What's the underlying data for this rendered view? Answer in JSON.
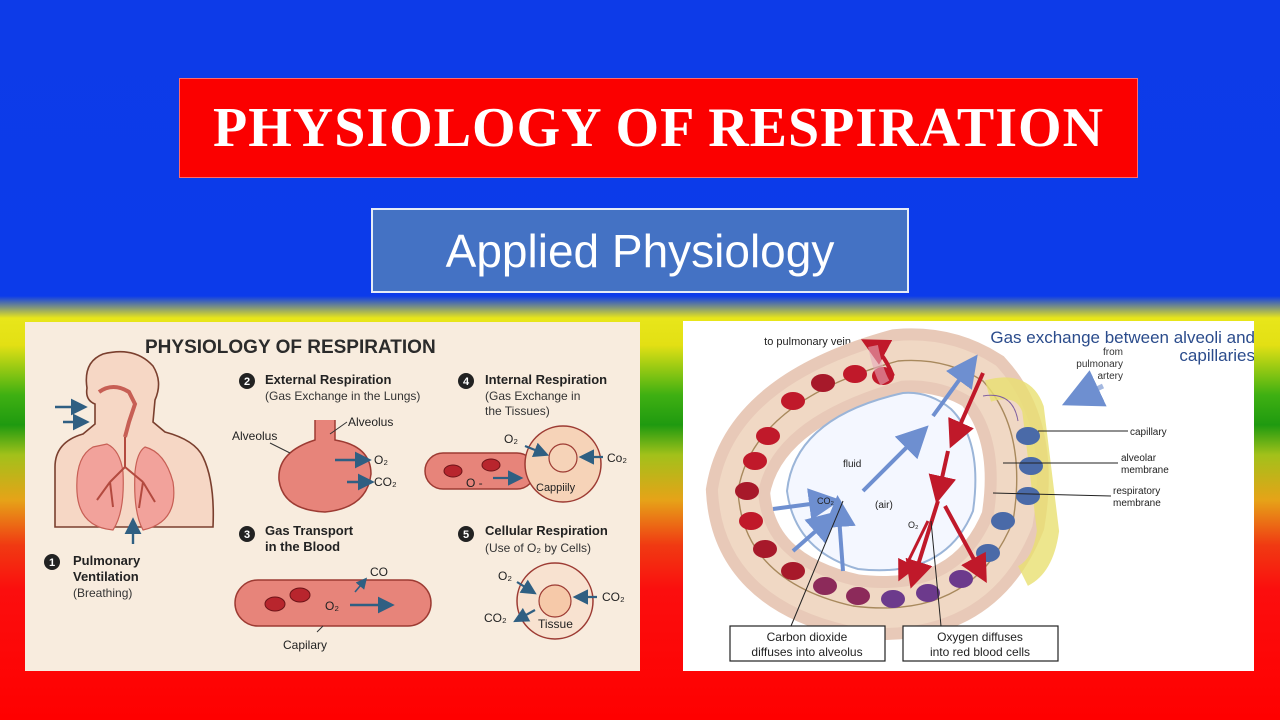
{
  "header": {
    "title": "PHYSIOLOGY OF RESPIRATION",
    "subtitle": "Applied Physiology"
  },
  "left_diagram": {
    "title": "PHYSIOLOGY OF RESPIRATION",
    "steps": [
      {
        "num": "1",
        "title1": "Pulmonary",
        "title2": "Ventilation",
        "desc1": "(Breathing)",
        "desc2": ""
      },
      {
        "num": "2",
        "title1": "External Respiration",
        "title2": "",
        "desc1": "(Gas Exchange in the Lungs)",
        "desc2": ""
      },
      {
        "num": "3",
        "title1": "Gas Transport",
        "title2": "in the Blood",
        "desc1": "",
        "desc2": ""
      },
      {
        "num": "4",
        "title1": "Internal Respiration",
        "title2": "",
        "desc1": "(Gas Exchange in",
        "desc2": "the Tissues)"
      },
      {
        "num": "5",
        "title1": "Cellular Respiration",
        "title2": "",
        "desc1": "(Use of O₂ by Cells)",
        "desc2": ""
      }
    ],
    "labels": {
      "alveolus_left": "Alveolus",
      "alveolus_top": "Alveolus",
      "o2": "O₂",
      "co2": "CO₂",
      "co": "CO",
      "capilary": "Capilary",
      "cappiily": "Cappiily",
      "co2_alt": "Co₂",
      "o_minus": "O -",
      "tissue": "Tissue"
    }
  },
  "right_diagram": {
    "heading1": "Gas exchange between alveoli and",
    "heading2": "capillaries",
    "to_pulmonary_vein": "to pulmonary vein",
    "from1": "from",
    "from2": "pulmonary",
    "from3": "artery",
    "capillary": "capillary",
    "alveolar1": "alveolar",
    "alveolar2": "membrane",
    "respiratory1": "respiratory",
    "respiratory2": "membrane",
    "fluid": "fluid",
    "air": "(air)",
    "co2": "CO₂",
    "o2": "O₂",
    "carbon1": "Carbon dioxide",
    "carbon2": "diffuses into alveolus",
    "oxygen1": "Oxygen diffuses",
    "oxygen2": "into red blood cells"
  }
}
